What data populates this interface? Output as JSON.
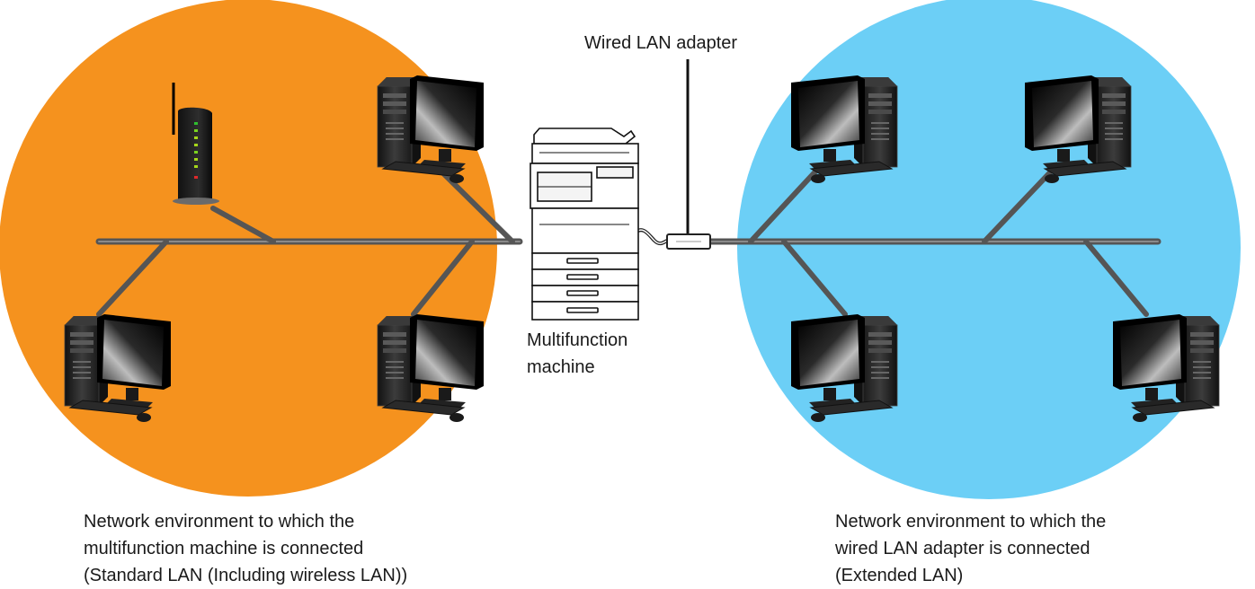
{
  "diagram": {
    "labels": {
      "wired_lan_adapter": "Wired LAN adapter",
      "mfp_line1": "Multifunction",
      "mfp_line2": "machine",
      "left_env_line1": "Network environment to which the",
      "left_env_line2": "multifunction machine is connected",
      "left_env_line3": "(Standard LAN (Including wireless LAN))",
      "right_env_line1": "Network environment to which the",
      "right_env_line2": "wired LAN adapter is connected",
      "right_env_line3": "(Extended LAN)"
    },
    "colors": {
      "standard_lan_zone": "#f5921e",
      "extended_lan_zone": "#6ccff6",
      "cable": "#555555"
    },
    "icons": {
      "computer": "desktop-computer-icon",
      "router": "wireless-router-icon",
      "printer": "multifunction-printer-icon",
      "adapter": "lan-adapter-icon"
    }
  }
}
